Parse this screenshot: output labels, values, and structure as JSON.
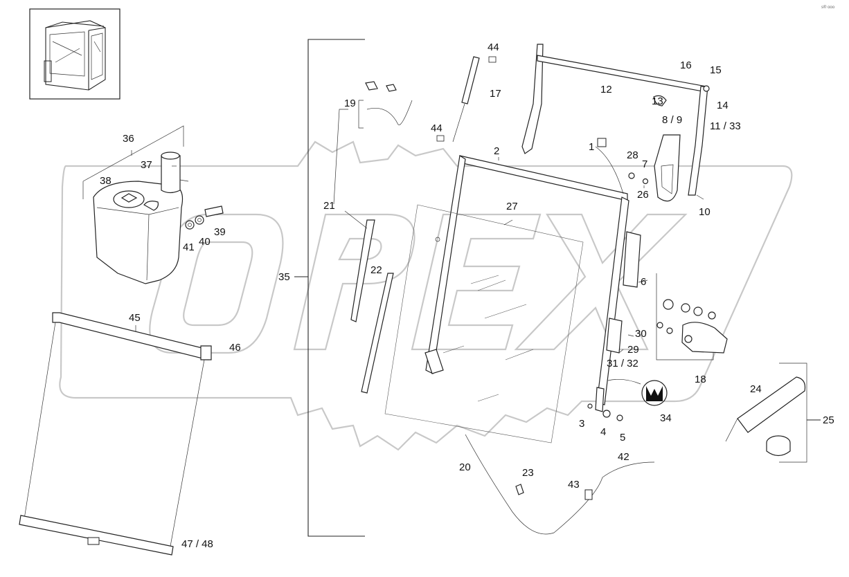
{
  "diagram": {
    "corner_mark": "s® ooo",
    "watermark": "OPEX",
    "callouts": [
      {
        "id": "c1",
        "text": "1"
      },
      {
        "id": "c2",
        "text": "2"
      },
      {
        "id": "c3",
        "text": "3"
      },
      {
        "id": "c4",
        "text": "4"
      },
      {
        "id": "c5",
        "text": "5"
      },
      {
        "id": "c6",
        "text": "6"
      },
      {
        "id": "c7",
        "text": "7"
      },
      {
        "id": "c8_9",
        "text": "8 / 9"
      },
      {
        "id": "c10",
        "text": "10"
      },
      {
        "id": "c11_33",
        "text": "11 / 33"
      },
      {
        "id": "c12",
        "text": "12"
      },
      {
        "id": "c13",
        "text": "13"
      },
      {
        "id": "c14",
        "text": "14"
      },
      {
        "id": "c15",
        "text": "15"
      },
      {
        "id": "c16",
        "text": "16"
      },
      {
        "id": "c17",
        "text": "17"
      },
      {
        "id": "c18",
        "text": "18"
      },
      {
        "id": "c19",
        "text": "19"
      },
      {
        "id": "c20",
        "text": "20"
      },
      {
        "id": "c21",
        "text": "21"
      },
      {
        "id": "c22",
        "text": "22"
      },
      {
        "id": "c23",
        "text": "23"
      },
      {
        "id": "c24",
        "text": "24"
      },
      {
        "id": "c25",
        "text": "25"
      },
      {
        "id": "c26",
        "text": "26"
      },
      {
        "id": "c27",
        "text": "27"
      },
      {
        "id": "c28",
        "text": "28"
      },
      {
        "id": "c29",
        "text": "29"
      },
      {
        "id": "c30",
        "text": "30"
      },
      {
        "id": "c31_32",
        "text": "31 / 32"
      },
      {
        "id": "c34",
        "text": "34"
      },
      {
        "id": "c35",
        "text": "35"
      },
      {
        "id": "c36",
        "text": "36"
      },
      {
        "id": "c37",
        "text": "37"
      },
      {
        "id": "c38",
        "text": "38"
      },
      {
        "id": "c39",
        "text": "39"
      },
      {
        "id": "c40",
        "text": "40"
      },
      {
        "id": "c41",
        "text": "41"
      },
      {
        "id": "c42",
        "text": "42"
      },
      {
        "id": "c43",
        "text": "43"
      },
      {
        "id": "c44a",
        "text": "44"
      },
      {
        "id": "c44b",
        "text": "44"
      },
      {
        "id": "c45",
        "text": "45"
      },
      {
        "id": "c46",
        "text": "46"
      },
      {
        "id": "c47_48",
        "text": "47 / 48"
      }
    ]
  }
}
